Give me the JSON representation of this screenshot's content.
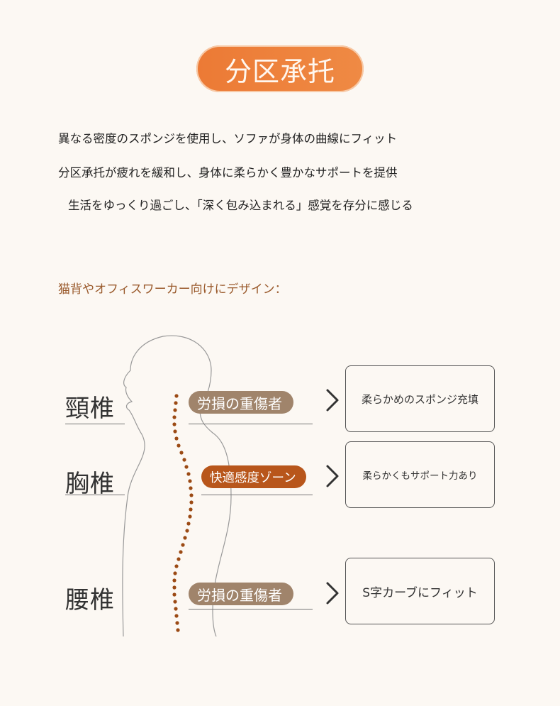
{
  "title": "分区承托",
  "description": [
    "異なる密度のスポンジを使用し、ソファが身体の曲線にフィット",
    "分区承托が疲れを緩和し、身体に柔らかく豊かなサポートを提供",
    "生活をゆっくり過ごし、「深く包み込まれる」感覚を存分に感じる"
  ],
  "subheading": "猫背やオフィスワーカー向けにデザイン：",
  "regions": [
    {
      "label": "頸椎",
      "tag": "労損の重傷者",
      "tag_style": "tan",
      "info": "柔らかめのスポンジ充填"
    },
    {
      "label": "胸椎",
      "tag": "快適感度ゾーン",
      "tag_style": "orange",
      "info": "柔らかくもサポート力あり"
    },
    {
      "label": "腰椎",
      "tag": "労損の重傷者",
      "tag_style": "tan",
      "info": "S字カーブにフィット"
    }
  ],
  "colors": {
    "background": "#fcf8f3",
    "title_pill": "#ec7a35",
    "tag_tan": "#a0846b",
    "tag_orange": "#b8561b",
    "spine_dots": "#9b4a14",
    "subheading": "#9a5a2c"
  },
  "icons": [
    "chevron-right-icon",
    "human-silhouette-icon"
  ]
}
